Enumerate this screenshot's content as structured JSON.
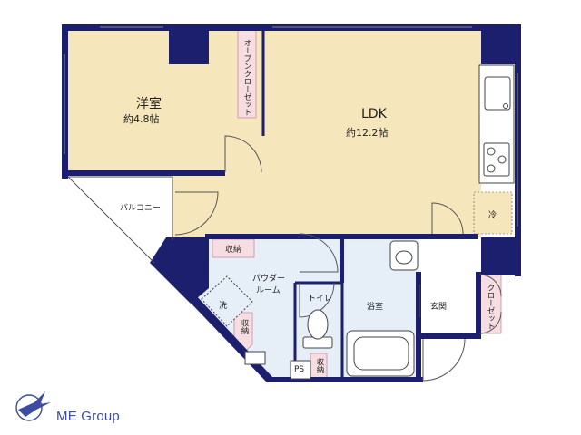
{
  "rooms": {
    "western_room": {
      "name": "洋室",
      "area": "約4.8帖"
    },
    "ldk": {
      "name": "LDK",
      "area": "約12.2帖"
    },
    "balcony": "バルコニー",
    "powder_room": {
      "line1": "パウダー",
      "line2": "ルーム"
    },
    "toilet": "トイレ",
    "bathroom": "浴室",
    "entrance": "玄関",
    "ps": "PS"
  },
  "fixtures": {
    "open_closet": "オープンクローゼット",
    "storage_top": "収納",
    "storage_left": "収納",
    "storage_right": "収納",
    "washer": "洗",
    "fridge": "冷",
    "closet": "クローゼット"
  },
  "brand": "ME Group",
  "colors": {
    "wall": "#1b1f6e",
    "western_floor": "#f5e6bb",
    "ldk_floor": "#f5e6bb",
    "wet_area": "#e6eef8",
    "closet": "#f6dde2",
    "brand": "#3b4aa2"
  }
}
